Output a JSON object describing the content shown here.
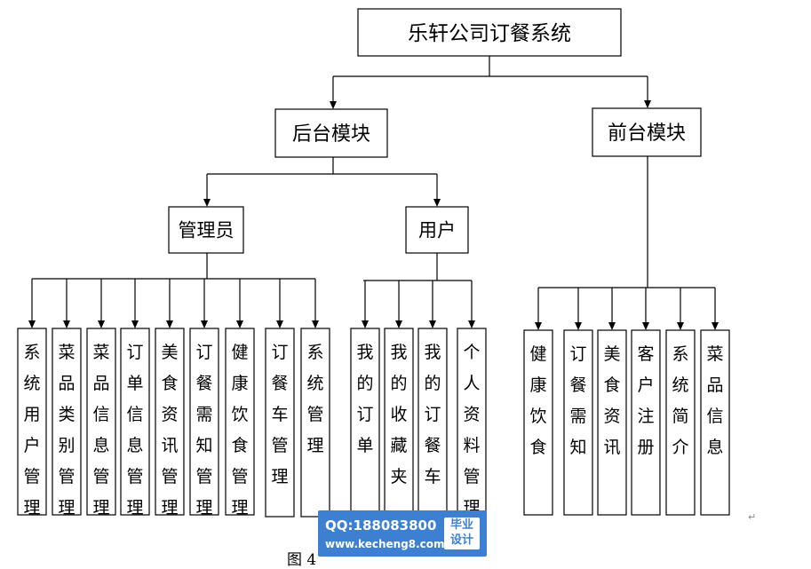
{
  "diagram": {
    "type": "tree",
    "root": "乐轩公司订餐系统",
    "backend": "后台模块",
    "frontend": "前台模块",
    "admin": "管理员",
    "user": "用户",
    "admin_items": [
      "系统用户管理",
      "菜品类别管理",
      "菜品信息管理",
      "订单信息管理",
      "美食资讯管理",
      "订餐需知管理",
      "健康饮食管理",
      "订餐车管理",
      "系统管理"
    ],
    "user_items": [
      "我的订单",
      "我的收藏夹",
      "我的订餐车",
      "个人资料管理"
    ],
    "frontend_items": [
      "健康饮食",
      "订餐需知",
      "美食资讯",
      "客户注册",
      "系统简介",
      "菜品信息"
    ],
    "line_color": "#000000",
    "box_fill": "#ffffff"
  },
  "caption": "图 4",
  "watermark": {
    "qq": "QQ:188083800",
    "site": "www.kecheng8.com",
    "badge_line1": "毕业",
    "badge_line2": "设计",
    "color": "#3d7fd1"
  },
  "return_mark": "↵"
}
